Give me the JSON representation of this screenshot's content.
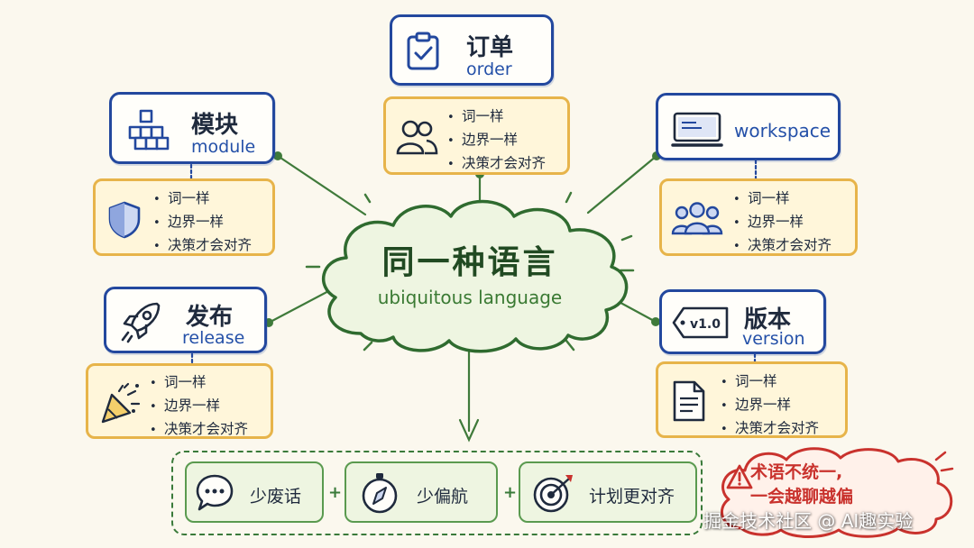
{
  "center": {
    "title": "同一种语言",
    "subtitle": "ubiquitous language"
  },
  "concepts": {
    "order": {
      "zh": "订单",
      "en": "order",
      "icon": "clipboard-check-icon"
    },
    "module": {
      "zh": "模块",
      "en": "module",
      "icon": "cubes-icon"
    },
    "workspace": {
      "zh": "",
      "en": "workspace",
      "icon": "monitor-icon"
    },
    "release": {
      "zh": "发布",
      "en": "release",
      "icon": "rocket-icon"
    },
    "version": {
      "zh": "版本",
      "en": "version",
      "icon": "version-tag-icon",
      "tag": "v1.0"
    }
  },
  "details": {
    "order": {
      "icon": "people-icon",
      "items": [
        "词一样",
        "边界一样",
        "决策才会对齐"
      ]
    },
    "module": {
      "icon": "shield-icon",
      "items": [
        "词一样",
        "边界一样",
        "决策才会对齐"
      ]
    },
    "workspace": {
      "icon": "team-icon",
      "items": [
        "词一样",
        "边界一样",
        "决策才会对齐"
      ]
    },
    "release": {
      "icon": "party-popper-icon",
      "items": [
        "词一样",
        "边界一样",
        "决策才会对齐"
      ]
    },
    "version": {
      "icon": "document-icon",
      "items": [
        "词一样",
        "边界一样",
        "决策才会对齐"
      ]
    }
  },
  "results": [
    {
      "label": "少废话",
      "icon": "chat-bubble-icon"
    },
    {
      "label": "少偏航",
      "icon": "compass-icon"
    },
    {
      "label": "计划更对齐",
      "icon": "target-icon"
    }
  ],
  "plus_sign": "+",
  "warning": {
    "line1": "术语不统一,",
    "line2": "一会越聊越偏",
    "icon": "warning-icon"
  },
  "watermark": "掘金技术社区 @ AI趣实验",
  "colors": {
    "concept_border": "#23489e",
    "detail_border": "#e7b44a",
    "detail_fill": "#fff6da",
    "cloud_border": "#2f6b2f",
    "cloud_fill": "#eef5e1",
    "warning_red": "#c9322d",
    "background": "#fbf8ee"
  }
}
